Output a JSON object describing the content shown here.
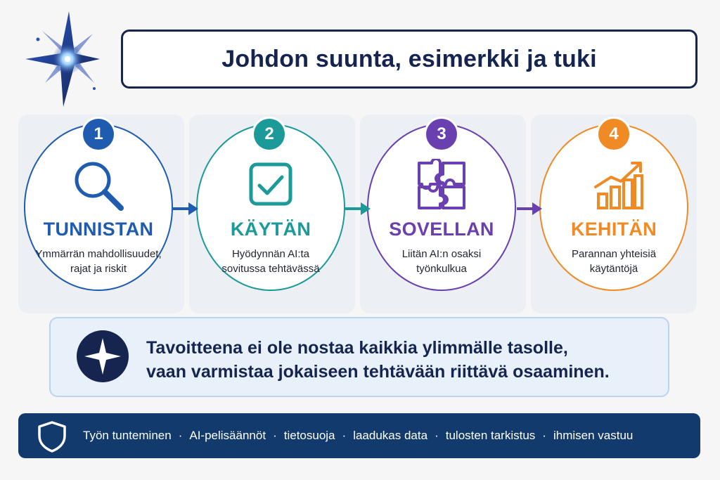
{
  "title": "Johdon suunta, esimerkki ja tuki",
  "steps": [
    {
      "number": "1",
      "heading": "TUNNISTAN",
      "line1": "Ymmärrän mahdollisuudet,",
      "line2": "rajat ja riskit",
      "color": "#1f5cb0",
      "icon": "magnifier-icon"
    },
    {
      "number": "2",
      "heading": "KÄYTÄN",
      "line1": "Hyödynnän AI:ta",
      "line2": "sovitussa tehtävässä",
      "color": "#1b9a99",
      "icon": "checkbox-icon"
    },
    {
      "number": "3",
      "heading": "SOVELLAN",
      "line1": "Liitän AI:n osaksi",
      "line2": "työnkulkua",
      "color": "#6a3fb0",
      "icon": "puzzle-icon"
    },
    {
      "number": "4",
      "heading": "KEHITÄN",
      "line1": "Parannan yhteisiä",
      "line2": "käytäntöjä",
      "color": "#f08a24",
      "icon": "growth-chart-icon"
    }
  ],
  "goal": {
    "line1": "Tavoitteena ei ole nostaa kaikkia ylimmälle tasolle,",
    "line2": "vaan varmistaa jokaiseen tehtävään riittävä osaaminen.",
    "icon": "sparkle-icon"
  },
  "footer": {
    "icon": "shield-icon",
    "separator": "·",
    "items": [
      "Työn tunteminen",
      "AI-pelisäännöt",
      "tietosuoja",
      "laadukas data",
      "tulosten tarkistus",
      "ihmisen vastuu"
    ]
  },
  "colors": {
    "navy": "#16254f",
    "footer": "#123a6c",
    "blue": "#1f5cb0",
    "teal": "#1b9a99",
    "purple": "#6a3fb0",
    "orange": "#f08a24"
  }
}
